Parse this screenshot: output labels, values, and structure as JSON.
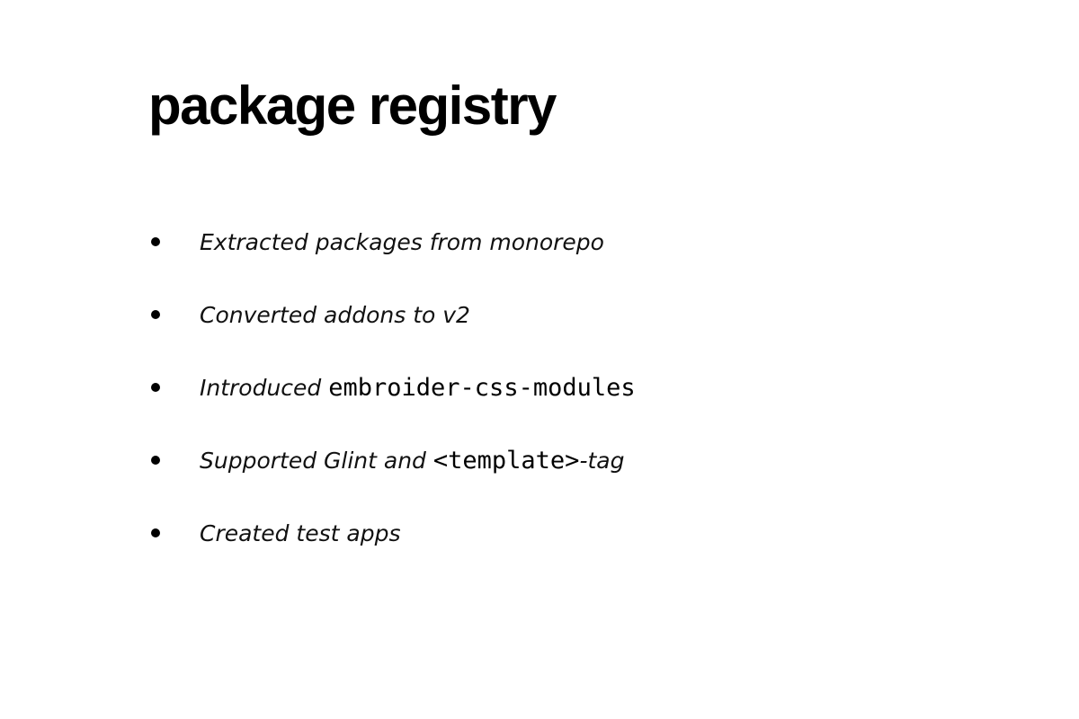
{
  "slide": {
    "title": "package registry",
    "bullets": [
      {
        "text": "Extracted packages from monorepo"
      },
      {
        "text": "Converted addons to v2"
      },
      {
        "prefix": "Introduced ",
        "code": "embroider-css-modules"
      },
      {
        "prefix": "Supported Glint and ",
        "code": "<template>",
        "suffix": "-tag"
      },
      {
        "text": "Created test apps"
      }
    ]
  },
  "colors": {
    "background": "#ffffff",
    "text": "#000000"
  }
}
